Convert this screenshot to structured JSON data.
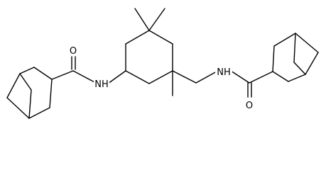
{
  "structure": {
    "atom_labels": {
      "amide_o_left": "O",
      "amide_nh_left": "NH",
      "amide_nh_right": "NH",
      "amide_o_right": "O"
    }
  }
}
